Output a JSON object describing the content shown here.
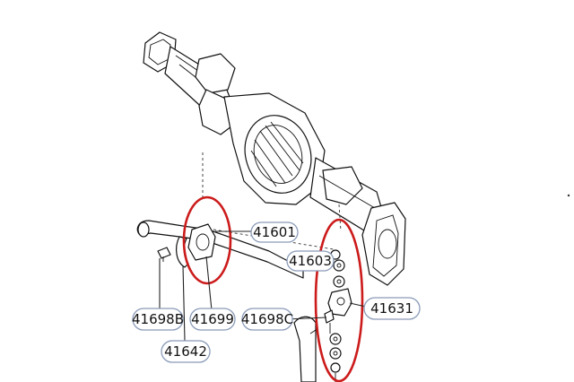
{
  "callouts": {
    "p41601": "41601",
    "p41603": "41603",
    "p41631": "41631",
    "p41698b": "41698B",
    "p41699": "41699",
    "p41698c": "41698C",
    "p41642": "41642"
  },
  "colors": {
    "highlight": "#cc1b1b",
    "callout_border": "#8a9bb8",
    "line": "#111111"
  }
}
